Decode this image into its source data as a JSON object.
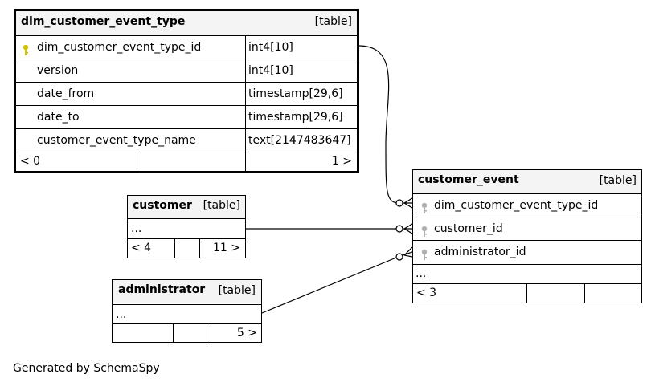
{
  "tables": {
    "dim_customer_event_type": {
      "name": "dim_customer_event_type",
      "tag": "[table]",
      "columns": [
        {
          "name": "dim_customer_event_type_id",
          "type": "int4[10]",
          "key": "primary"
        },
        {
          "name": "version",
          "type": "int4[10]"
        },
        {
          "name": "date_from",
          "type": "timestamp[29,6]"
        },
        {
          "name": "date_to",
          "type": "timestamp[29,6]"
        },
        {
          "name": "customer_event_type_name",
          "type": "text[2147483647]"
        }
      ],
      "footer_left": "< 0",
      "footer_right": "1 >"
    },
    "customer": {
      "name": "customer",
      "tag": "[table]",
      "ellipsis": "...",
      "footer_left": "< 4",
      "footer_right": "11 >"
    },
    "administrator": {
      "name": "administrator",
      "tag": "[table]",
      "ellipsis": "...",
      "footer_left": "",
      "footer_right": "5 >"
    },
    "customer_event": {
      "name": "customer_event",
      "tag": "[table]",
      "columns": [
        {
          "name": "dim_customer_event_type_id",
          "key": "foreign"
        },
        {
          "name": "customer_id",
          "key": "foreign"
        },
        {
          "name": "administrator_id",
          "key": "foreign"
        }
      ],
      "ellipsis": "...",
      "footer_left": "< 3"
    }
  },
  "colors": {
    "primary_key": "#d4c400",
    "foreign_key": "#b0b0b0",
    "header_bg": "#f4f4f4"
  },
  "footer": {
    "text": "Generated by SchemaSpy"
  }
}
